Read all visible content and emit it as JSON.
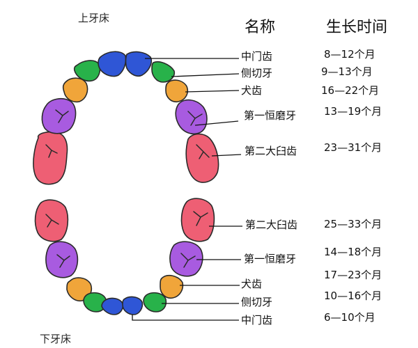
{
  "upper_jaw_label": "上牙床",
  "lower_jaw_label": "下牙床",
  "headers": {
    "name": "名称",
    "time": "生长时间"
  },
  "colors": {
    "central_incisor": "#2f56d6",
    "lateral_incisor": "#28b24a",
    "canine": "#f0a53a",
    "first_molar": "#a85be0",
    "second_molar": "#ee5f74"
  },
  "upper_teeth": [
    {
      "name": "中门齿",
      "time": "8—12个月"
    },
    {
      "name": "侧切牙",
      "time": "9—13个月"
    },
    {
      "name": "犬齿",
      "time": "16—22个月"
    },
    {
      "name": "第一恒磨牙",
      "time": "13—19个月"
    },
    {
      "name": "第二大臼齿",
      "time": "23—31个月"
    }
  ],
  "lower_teeth": [
    {
      "name": "第二大臼齿",
      "time": "25—33个月"
    },
    {
      "name": "第一恒磨牙",
      "time": "14—18个月"
    },
    {
      "name": "犬齿",
      "time": "17—23个月"
    },
    {
      "name": "侧切牙",
      "time": "10—16个月"
    },
    {
      "name": "中门齿",
      "time": "6—10个月"
    }
  ]
}
